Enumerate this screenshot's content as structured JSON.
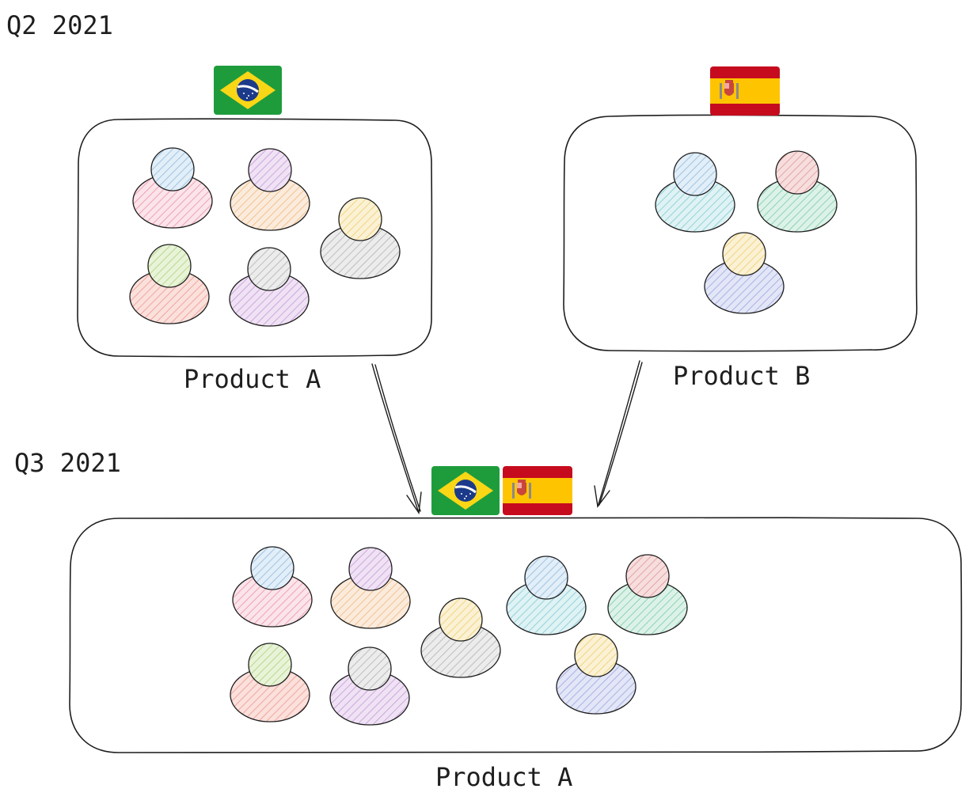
{
  "quarters": {
    "q2": "Q2 2021",
    "q3": "Q3 2021"
  },
  "groups": {
    "brazil_team": {
      "label": "Product A",
      "flag": "brazil-flag"
    },
    "spain_team": {
      "label": "Product B",
      "flag": "spain-flag"
    },
    "merged_team": {
      "label": "Product A",
      "flags": [
        "brazil-flag",
        "spain-flag"
      ]
    }
  },
  "colors": {
    "stroke": "#1e1e1e",
    "brazil_green": "#1e9c3c",
    "brazil_yellow": "#f9d616",
    "brazil_blue": "#1b3a8a",
    "spain_red": "#c60b1e",
    "spain_yellow": "#ffc400"
  }
}
